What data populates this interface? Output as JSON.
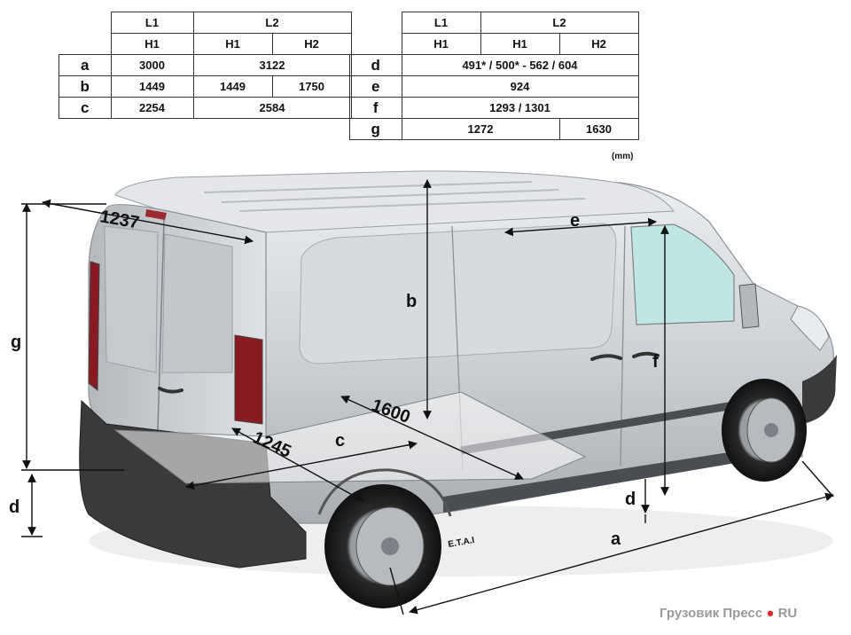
{
  "table_left": {
    "header_l1": "L1",
    "header_l2": "L2",
    "sub_h1": "H1",
    "sub_l2_h1": "H1",
    "sub_l2_h2": "H2",
    "rows": [
      {
        "label": "a",
        "l1h1": "3000",
        "l2": "3122"
      },
      {
        "label": "b",
        "l1h1": "1449",
        "l2h1": "1449",
        "l2h2": "1750"
      },
      {
        "label": "c",
        "l1h1": "2254",
        "l2": "2584"
      }
    ]
  },
  "table_right": {
    "header_l1": "L1",
    "header_l2": "L2",
    "sub_h1": "H1",
    "sub_l2_h1": "H1",
    "sub_l2_h2": "H2",
    "rows": [
      {
        "label": "d",
        "value": "491* / 500* -  562 / 604"
      },
      {
        "label": "e",
        "value": "924"
      },
      {
        "label": "f",
        "value": "1293 / 1301"
      },
      {
        "label": "g",
        "value_a": "1272",
        "value_b": "1630"
      }
    ]
  },
  "unit": "(mm)",
  "diagram": {
    "label_a": "a",
    "label_b": "b",
    "label_c": "c",
    "label_d_left": "d",
    "label_d_right": "d",
    "label_e": "e",
    "label_f": "f",
    "label_g": "g",
    "width_rear": "1237",
    "width_floor": "1245",
    "width_side_door": "1600",
    "maker_mark": "E.T.A.I"
  },
  "watermark": {
    "text": "Грузовик Пресс",
    "dot": "●",
    "suffix": "RU"
  },
  "colors": {
    "body": "#cfd2d6",
    "dark": "#3a3a3a",
    "glass": "#bfe6e4",
    "light_red": "#8a1a22"
  }
}
